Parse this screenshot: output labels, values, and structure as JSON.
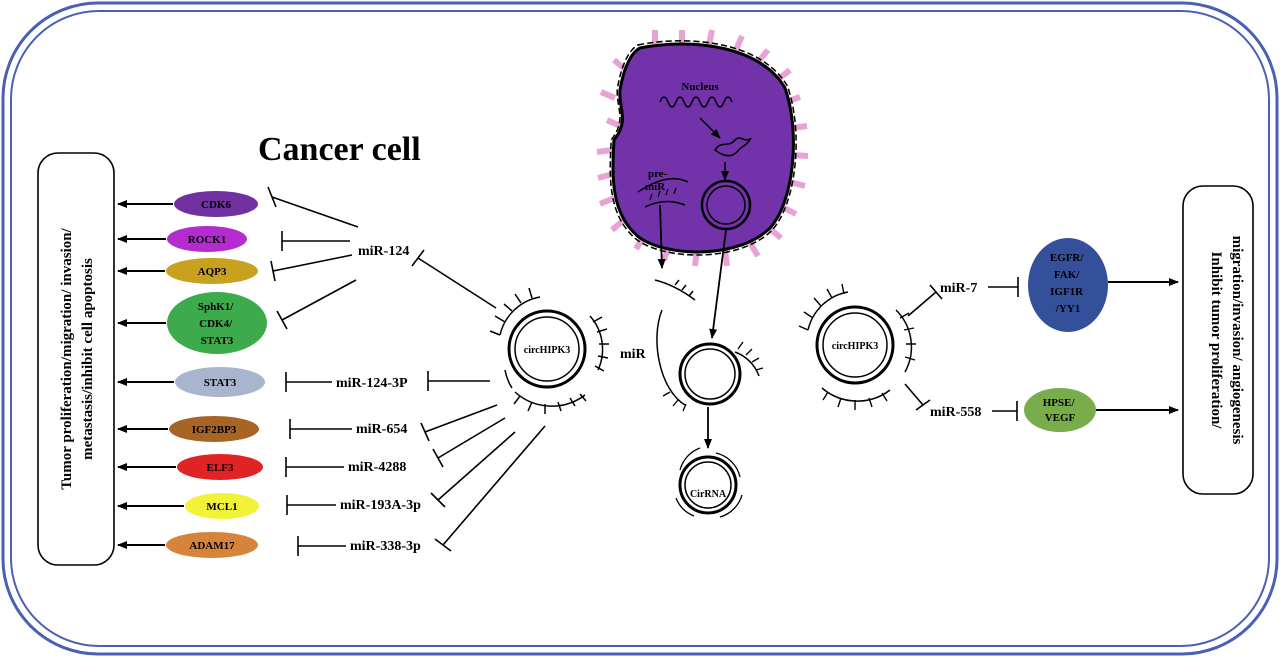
{
  "title": "Cancer cell",
  "left_box_lines": [
    "Tumor proliferation/migration/ invasion/",
    "metastasis/inhibit cell apoptosis"
  ],
  "right_box_lines": [
    "Inhibit tumor proliferation/",
    "migration/invasion/ angiogenesis"
  ],
  "targets_left": [
    {
      "label": "CDK6",
      "color": "#7030A0"
    },
    {
      "label": "ROCK1",
      "color": "#B22CD0"
    },
    {
      "label": "AQP3",
      "color": "#C8A21E"
    },
    {
      "label": "SphK1/ CDK4/ STAT3",
      "color": "#3DAA4B"
    },
    {
      "label": "STAT3",
      "color": "#A9B5CE"
    },
    {
      "label": "IGF2BP3",
      "color": "#A86425"
    },
    {
      "label": "ELF3",
      "color": "#E02424"
    },
    {
      "label": "MCL1",
      "color": "#F2F238"
    },
    {
      "label": "ADAM17",
      "color": "#D6843C"
    }
  ],
  "mirnas_left": [
    "miR-124",
    "miR-124-3P",
    "miR-654",
    "miR-4288",
    "miR-193A-3p",
    "miR-338-3p"
  ],
  "circ_left": "circHIPK3",
  "circ_right": "circHIPK3",
  "nucleus": {
    "label": "Nucleus",
    "pre_mir": "pre-miR",
    "mir": "miR",
    "cirrna": "CirRNA"
  },
  "mirnas_right": [
    "miR-7",
    "miR-558"
  ],
  "targets_right": [
    {
      "label": "EGFR/ FAK/ IGF1R /YY1",
      "color": "#34509B"
    },
    {
      "label": "HPSE/ VEGF",
      "color": "#79AD4B"
    }
  ]
}
